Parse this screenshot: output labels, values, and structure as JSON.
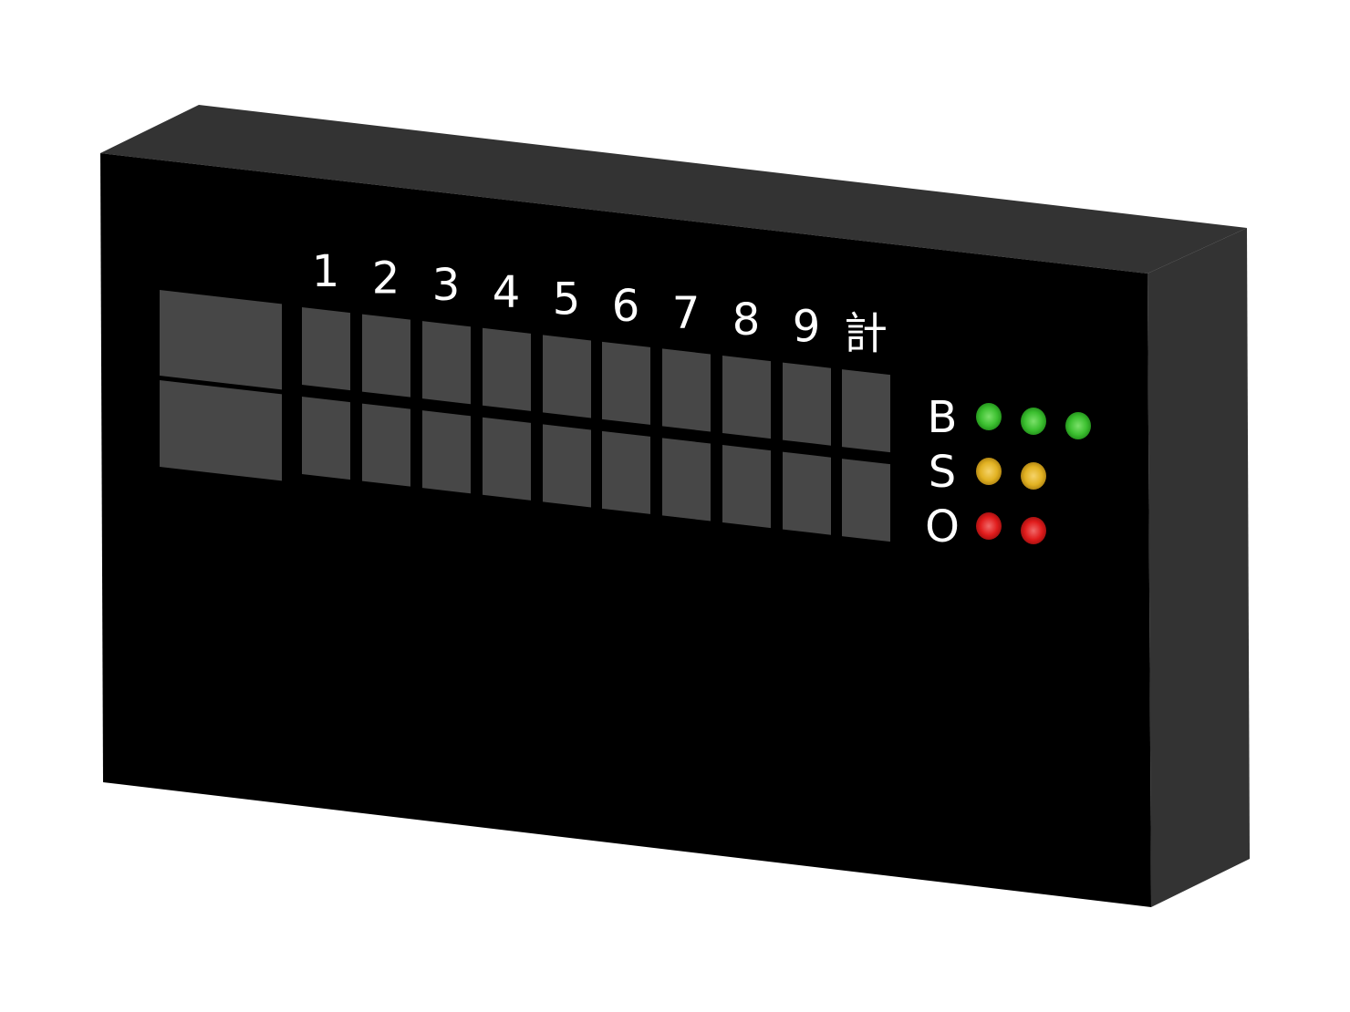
{
  "scoreboard": {
    "innings": [
      "1",
      "2",
      "3",
      "4",
      "5",
      "6",
      "7",
      "8",
      "9"
    ],
    "total_label": "計",
    "teams": [
      {
        "name": "",
        "scores": [
          "",
          "",
          "",
          "",
          "",
          "",
          "",
          "",
          ""
        ],
        "total": ""
      },
      {
        "name": "",
        "scores": [
          "",
          "",
          "",
          "",
          "",
          "",
          "",
          "",
          ""
        ],
        "total": ""
      }
    ],
    "count": {
      "ball_label": "B",
      "strike_label": "S",
      "out_label": "O",
      "balls": 3,
      "strikes": 2,
      "outs": 2
    },
    "colors": {
      "body_front": "#000000",
      "body_side": "#333333",
      "cell": "#474747",
      "ball_led": "#3cc030",
      "strike_led": "#e2b222",
      "out_led": "#e11c1c"
    }
  }
}
